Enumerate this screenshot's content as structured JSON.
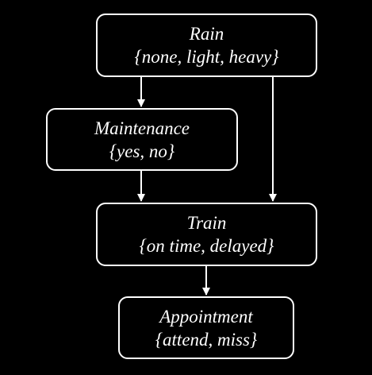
{
  "diagram": {
    "nodes": [
      {
        "id": "rain",
        "name": "Rain",
        "values": "{none, light, heavy}"
      },
      {
        "id": "maintenance",
        "name": "Maintenance",
        "values": "{yes, no}"
      },
      {
        "id": "train",
        "name": "Train",
        "values": "{on time, delayed}"
      },
      {
        "id": "appointment",
        "name": "Appointment",
        "values": "{attend, miss}"
      }
    ],
    "edges": [
      {
        "from": "rain",
        "to": "maintenance"
      },
      {
        "from": "rain",
        "to": "train"
      },
      {
        "from": "maintenance",
        "to": "train"
      },
      {
        "from": "train",
        "to": "appointment"
      }
    ],
    "colors": {
      "background": "#000000",
      "stroke": "#ffffff",
      "text": "#ffffff"
    }
  }
}
